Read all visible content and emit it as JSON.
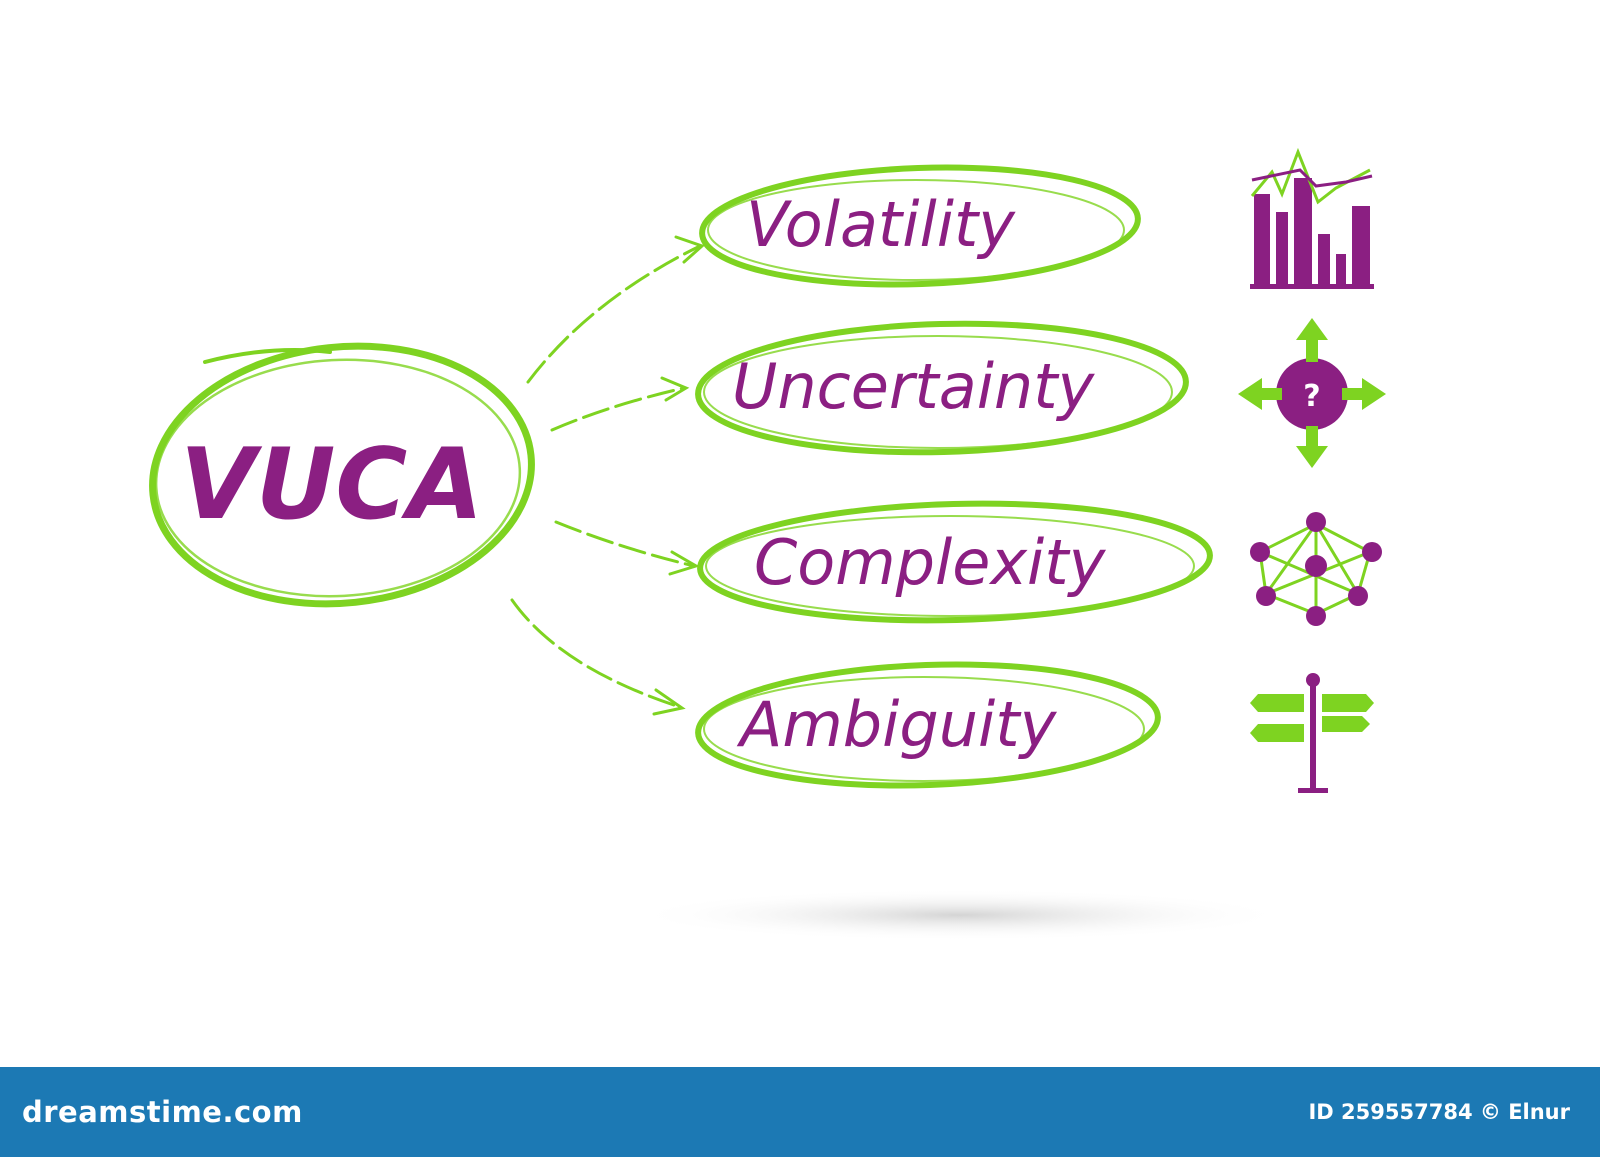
{
  "diagram": {
    "center": {
      "label": "VUCA"
    },
    "items": [
      {
        "label": "Volatility",
        "icon": "bar-chart-icon"
      },
      {
        "label": "Uncertainty",
        "icon": "question-arrows-icon"
      },
      {
        "label": "Complexity",
        "icon": "network-icon"
      },
      {
        "label": "Ambiguity",
        "icon": "signpost-icon"
      }
    ],
    "colors": {
      "text": "#8b1f82",
      "stroke": "#7ed321"
    }
  },
  "watermark": {
    "brand": "dreamstime.com",
    "id_prefix": "ID",
    "id": "259557784",
    "copyright": "©",
    "author": "Elnur"
  }
}
